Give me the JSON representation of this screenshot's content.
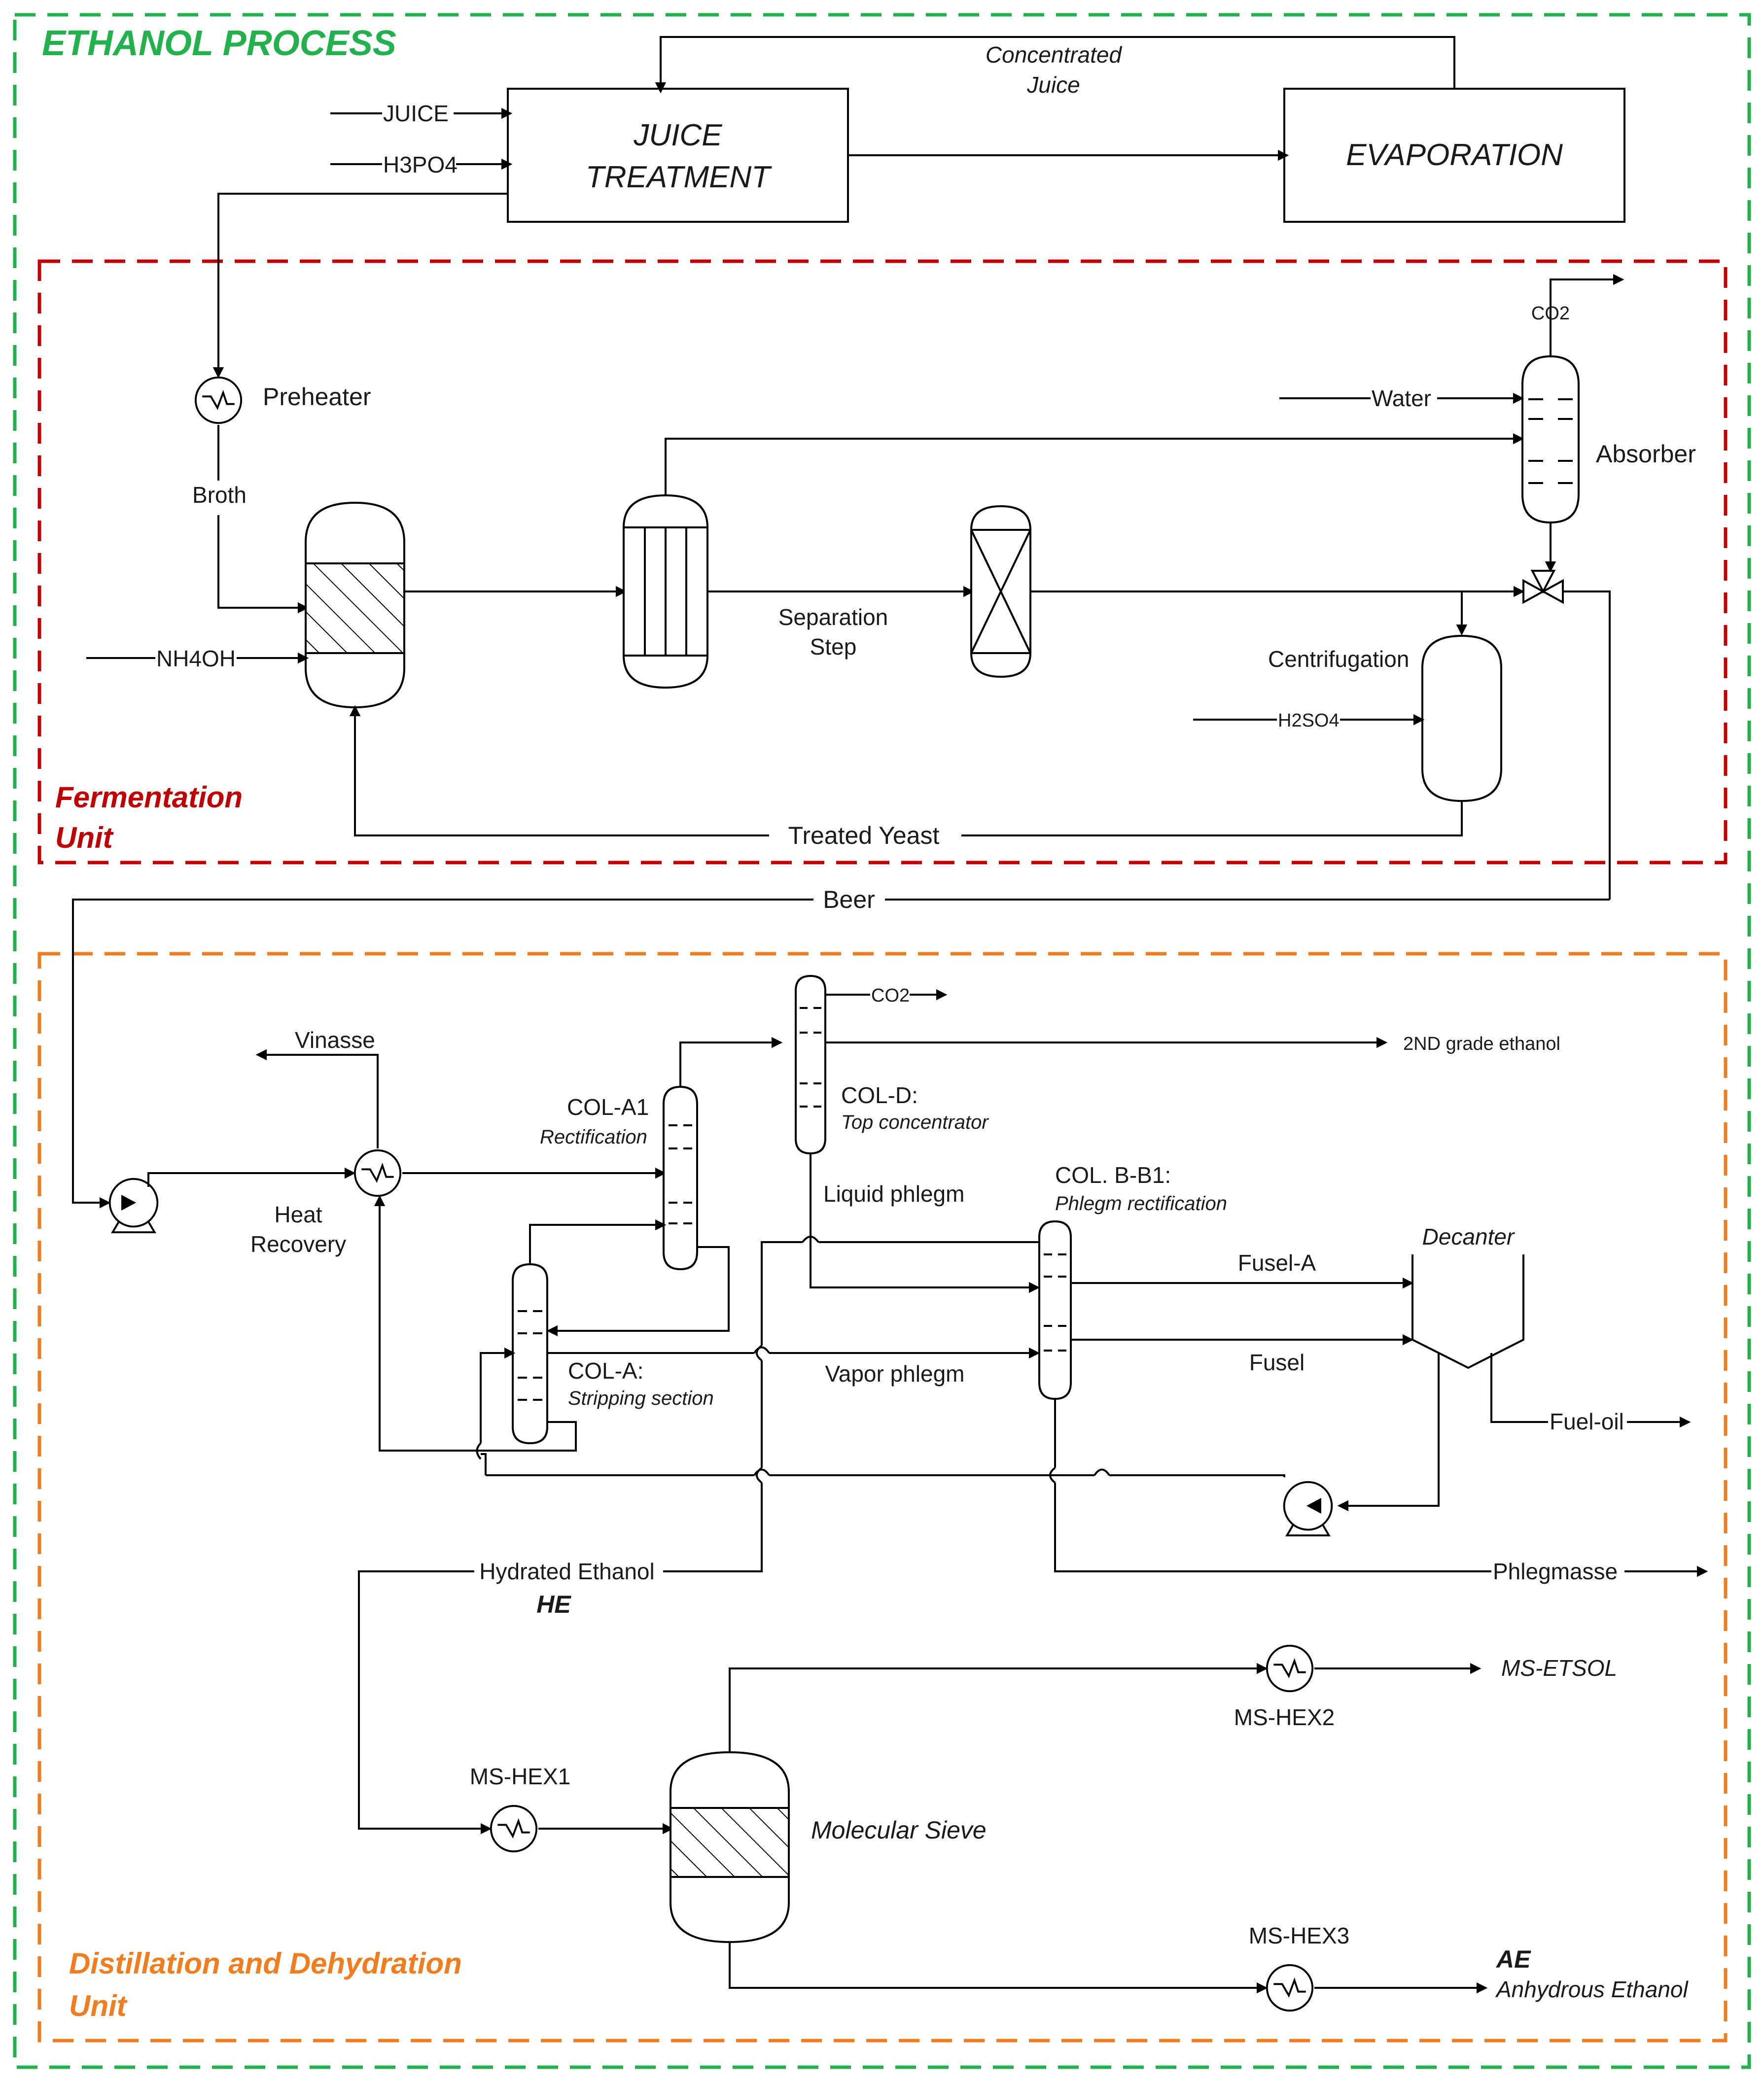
{
  "sections": {
    "ethanol_process": "ETHANOL PROCESS",
    "fermentation_line1": "Fermentation",
    "fermentation_line2": "Unit",
    "distillation_line1": "Distillation and Dehydration",
    "distillation_line2": "Unit"
  },
  "colors": {
    "ethanol_process_border": "#22b14c",
    "fermentation_border": "#c00000",
    "distillation_border": "#f07d20"
  },
  "top": {
    "juice": "JUICE",
    "h3po4": "H3PO4",
    "juice_treatment_l1": "JUICE",
    "juice_treatment_l2": "TREATMENT",
    "evaporation": "EVAPORATION",
    "concentrated_l1": "Concentrated",
    "concentrated_l2": "Juice"
  },
  "fermentation": {
    "preheater": "Preheater",
    "broth": "Broth",
    "nh4oh": "NH4OH",
    "separation_l1": "Separation",
    "separation_l2": "Step",
    "water": "Water",
    "co2": "CO2",
    "absorber": "Absorber",
    "centrifugation": "Centrifugation",
    "h2so4": "H2SO4",
    "treated_yeast": "Treated Yeast"
  },
  "beer": "Beer",
  "distillation": {
    "vinasse": "Vinasse",
    "heat_recovery_l1": "Heat",
    "heat_recovery_l2": "Recovery",
    "col_a1": "COL-A1",
    "col_a1_sub": "Rectification",
    "col_d": "COL-D:",
    "col_d_sub": "Top concentrator",
    "co2": "CO2",
    "second_grade": "2ND grade ethanol",
    "liquid_phlegm": "Liquid phlegm",
    "col_bb1": "COL. B-B1:",
    "col_bb1_sub": "Phlegm rectification",
    "decanter": "Decanter",
    "fusel_a": "Fusel-A",
    "fusel": "Fusel",
    "col_a": "COL-A:",
    "col_a_sub": "Stripping section",
    "vapor_phlegm": "Vapor phlegm",
    "fuel_oil": "Fuel-oil",
    "phlegmasse": "Phlegmasse",
    "hydrated_ethanol": "Hydrated Ethanol",
    "he": "HE",
    "ms_hex1": "MS-HEX1",
    "ms_hex2": "MS-HEX2",
    "ms_hex3": "MS-HEX3",
    "ms_etsol": "MS-ETSOL",
    "molecular_sieve": "Molecular Sieve",
    "ae": "AE",
    "anhydrous": "Anhydrous Ethanol"
  }
}
